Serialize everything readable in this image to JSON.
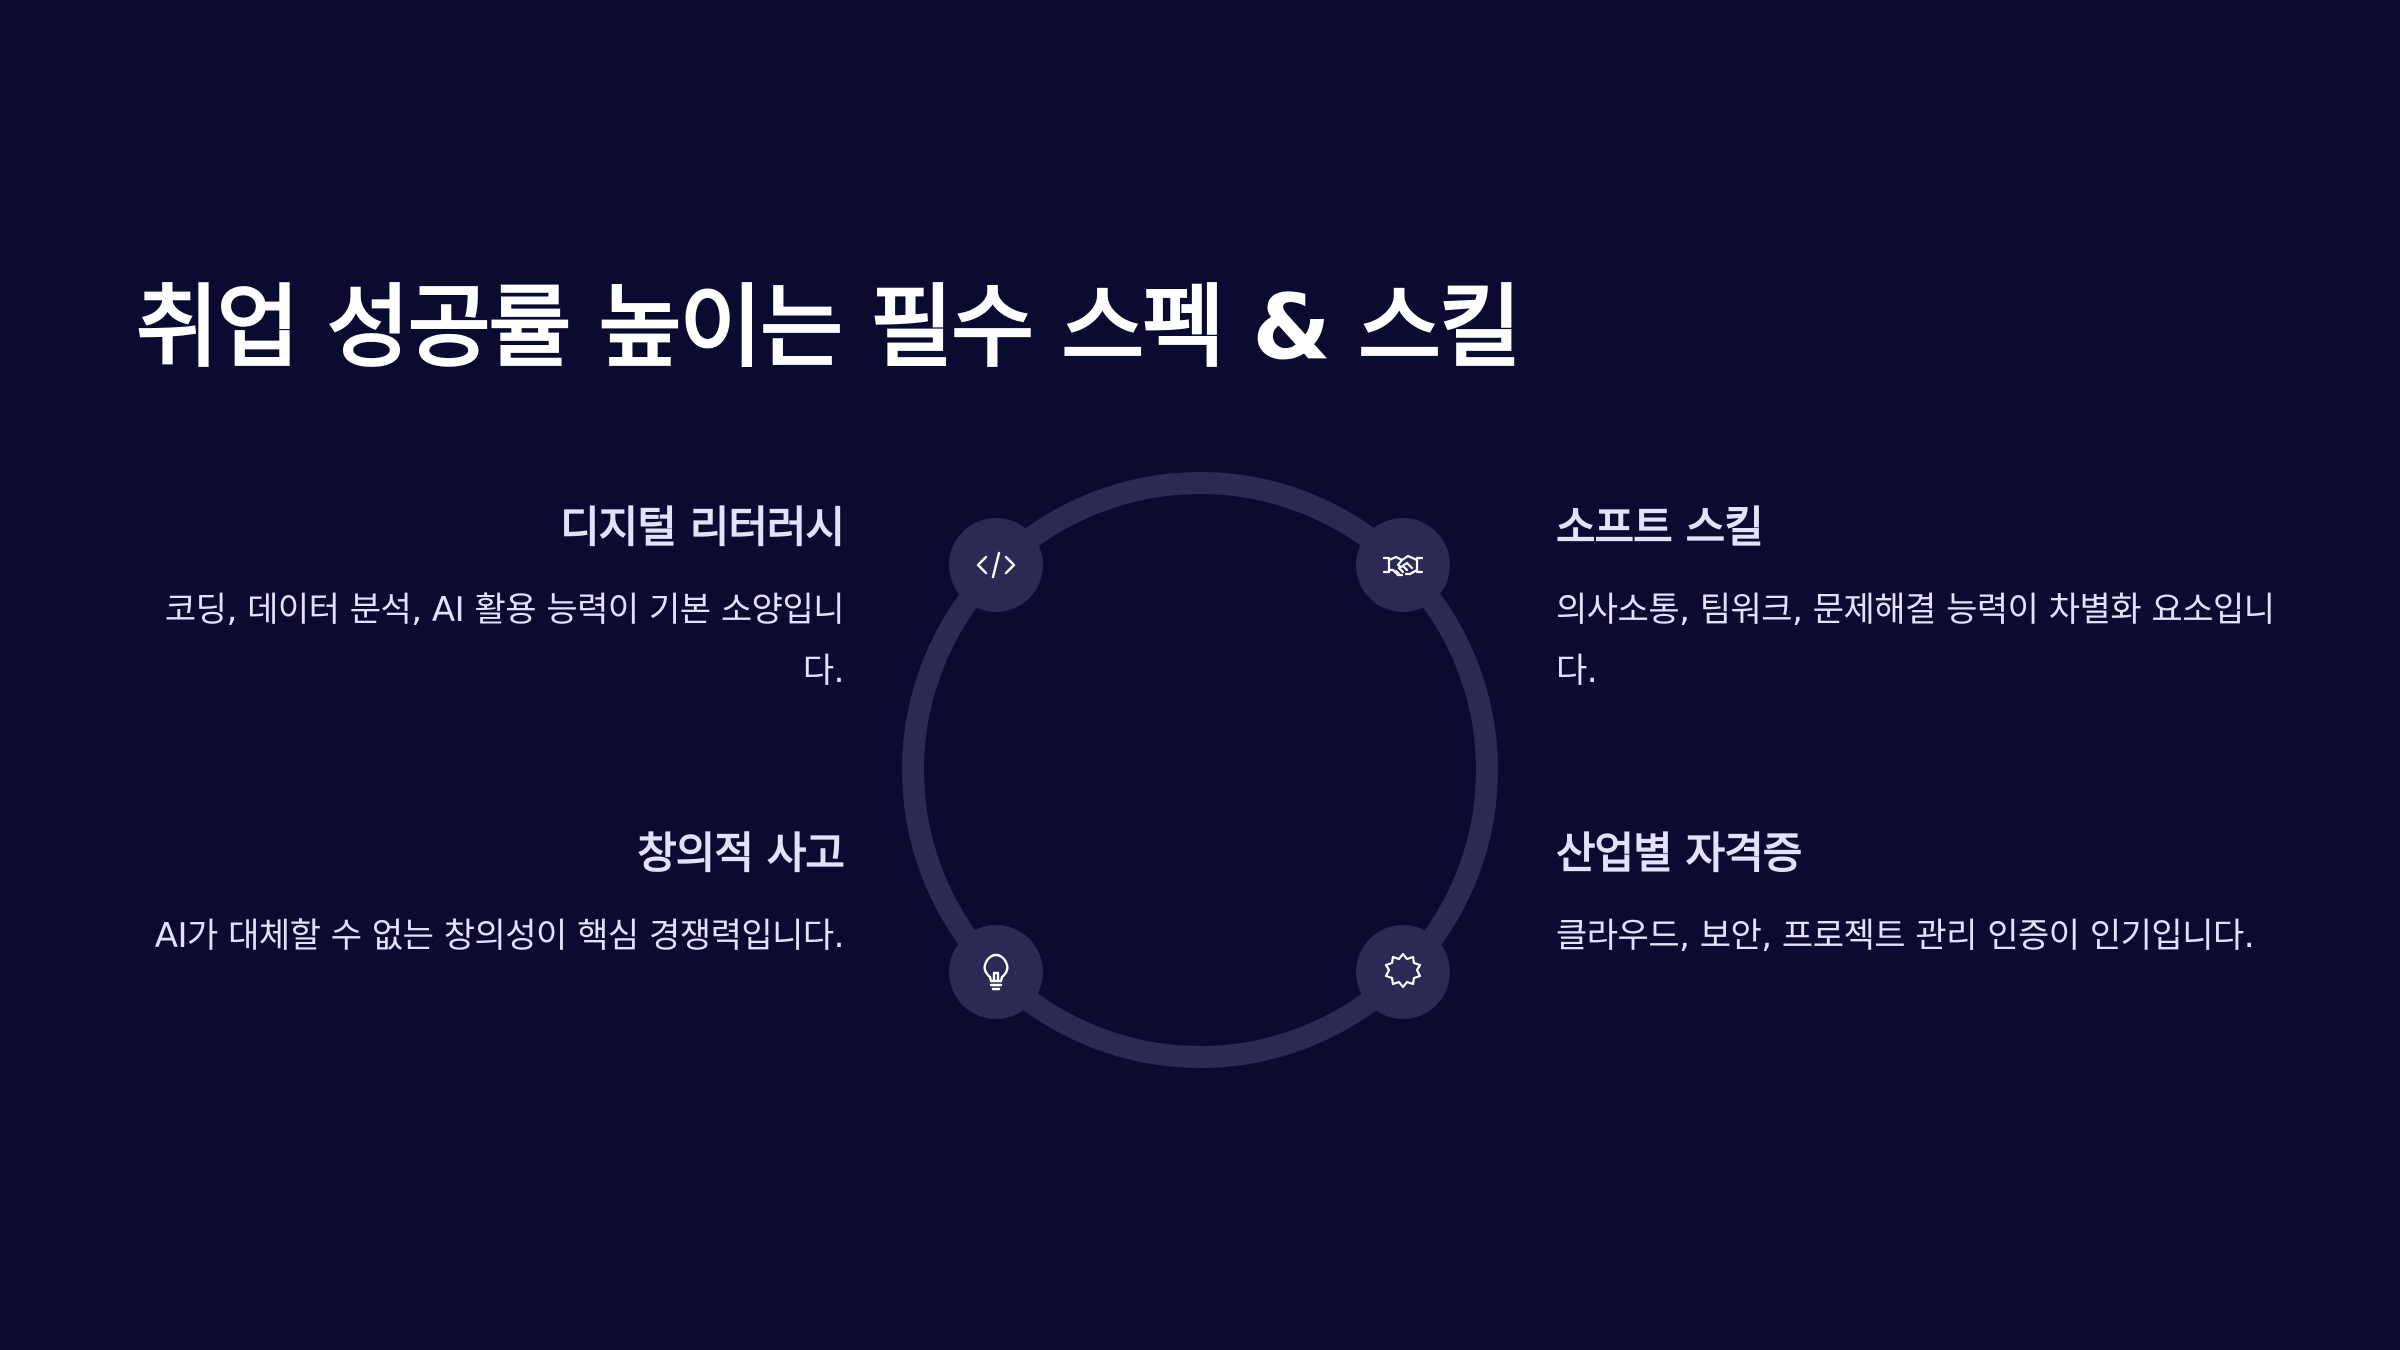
{
  "title": "취업 성공률 높이는 필수 스펙 & 스킬",
  "colors": {
    "background": "#0b0a31",
    "ring": "#2c2a55",
    "title": "#ffffff",
    "text": "#e3e1fb"
  },
  "items": [
    {
      "heading": "디지털 리터러시",
      "body": "코딩, 데이터 분석, AI 활용 능력이 기본 소양입니다.",
      "icon": "code-icon"
    },
    {
      "heading": "소프트 스킬",
      "body": "의사소통, 팀워크, 문제해결 능력이 차별화 요소입니다.",
      "icon": "handshake-icon"
    },
    {
      "heading": "창의적 사고",
      "body": "AI가 대체할 수 없는 창의성이 핵심 경쟁력입니다.",
      "icon": "lightbulb-icon"
    },
    {
      "heading": "산업별 자격증",
      "body": "클라우드, 보안, 프로젝트 관리 인증이 인기입니다.",
      "icon": "badge-icon"
    }
  ]
}
